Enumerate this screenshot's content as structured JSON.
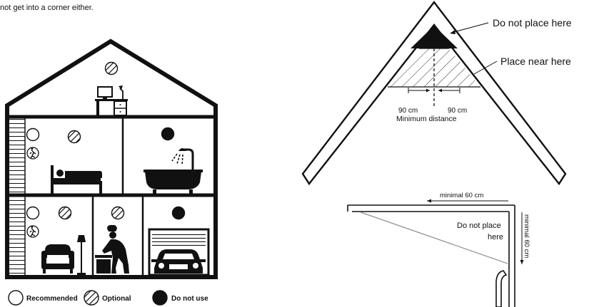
{
  "intro": {
    "text": "not get into a corner either."
  },
  "legend": {
    "recommended": "Recommended",
    "optional": "Optional",
    "do_not_use": "Do not use"
  },
  "roof": {
    "do_not_place": "Do not place here",
    "place_near": "Place near here",
    "dist_left": "90 cm",
    "dist_right": "90 cm",
    "min_distance": "Minimum distance"
  },
  "corner": {
    "top_dim": "minimal  60 cm",
    "side_dim": "minimal 60 cm",
    "do_not_place_line1": "Do not place",
    "do_not_place_line2": "here"
  },
  "colors": {
    "ink": "#111111",
    "grey_line": "#999999",
    "hatch": "#222222"
  },
  "icons": [
    "detector-recommended-icon",
    "detector-optional-icon",
    "detector-do-not-use-icon",
    "desk-computer-icon",
    "bed-icon",
    "bathtub-shower-icon",
    "armchair-lamp-icon",
    "cook-icon",
    "garage-car-icon",
    "stairs-icon",
    "smoke-alarm-running-icon"
  ]
}
